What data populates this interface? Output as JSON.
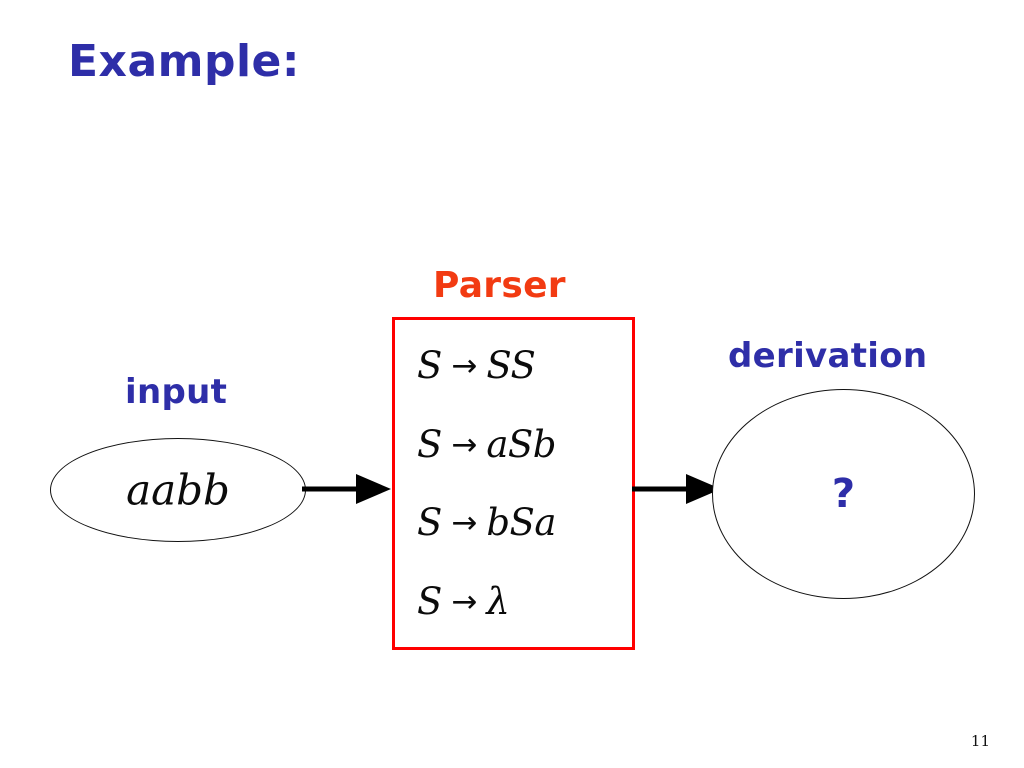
{
  "slide": {
    "title": "Example:",
    "page_number": "11",
    "background_color": "#FFFFFF"
  },
  "colors": {
    "label_blue": "#2E2EA8",
    "parser_orange": "#F23B12",
    "box_red": "#FF0000",
    "ink_black": "#0B0B0B"
  },
  "input_node": {
    "label": "input",
    "value": "aabb",
    "shape": "ellipse"
  },
  "parser_node": {
    "label": "Parser",
    "shape": "rectangle",
    "border_color": "#FF0000",
    "rules": [
      {
        "lhs": "S",
        "arrow": "→",
        "rhs": "SS"
      },
      {
        "lhs": "S",
        "arrow": "→",
        "rhs": "aSb"
      },
      {
        "lhs": "S",
        "arrow": "→",
        "rhs": "bSa"
      },
      {
        "lhs": "S",
        "arrow": "→",
        "rhs": "λ"
      }
    ]
  },
  "derivation_node": {
    "label": "derivation",
    "value": "?",
    "shape": "ellipse"
  },
  "connectors": [
    {
      "name": "input-to-parser",
      "from": "input",
      "to": "Parser",
      "style": "solid-arrow"
    },
    {
      "name": "parser-to-derivation",
      "from": "Parser",
      "to": "derivation",
      "style": "solid-arrow"
    }
  ]
}
